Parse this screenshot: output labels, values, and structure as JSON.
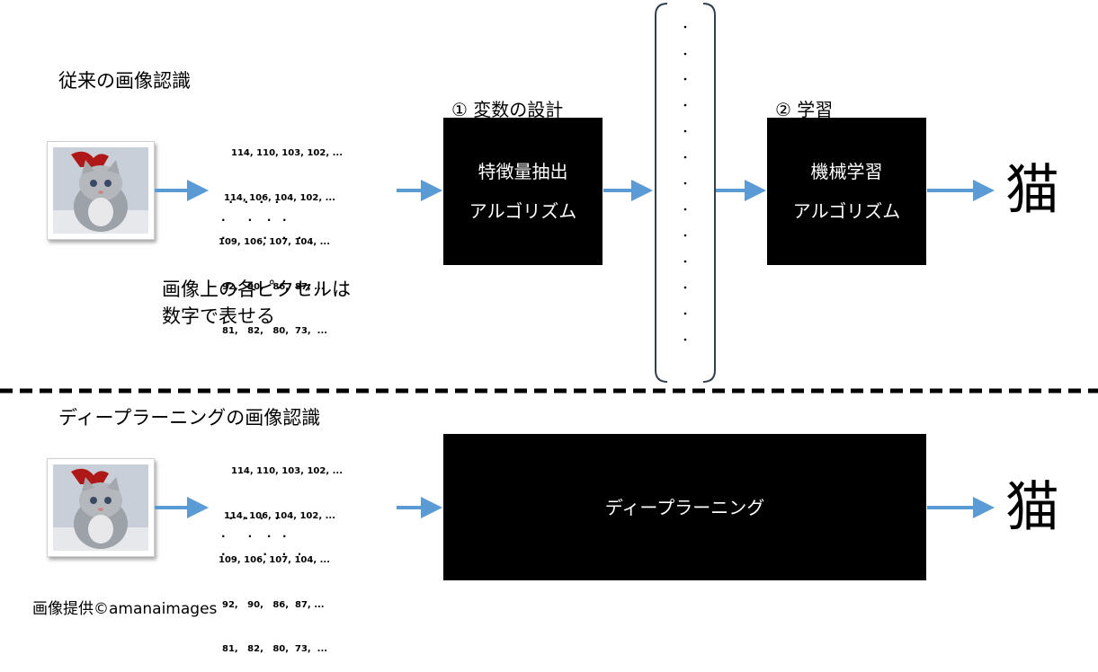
{
  "top": {
    "title": "従来の画像認識",
    "pixel_rows": [
      "114, 110, 103, 102, ...",
      "114, 106, 104, 102, ...",
      "109, 106, 107, 104, ...",
      "92,   90,   86,  87, ...",
      "81,   82,   80,  73,  ..."
    ],
    "caption_lines": [
      "画像上の各ピクセルは",
      "数字で表せる"
    ],
    "step1_label": "①  変数の設計",
    "box1_lines": [
      "特徴量抽出",
      "アルゴリズム"
    ],
    "step2_label": "②  学習",
    "box2_lines": [
      "機械学習",
      "アルゴリズム"
    ],
    "output": "猫"
  },
  "bottom": {
    "title": "ディープラーニングの画像認識",
    "pixel_rows": [
      "114, 110, 103, 102, ...",
      "114, 106, 104, 102, ...",
      "109, 106, 107, 104, ...",
      "92,   90,   86,  87, ...",
      "81,   82,   80,  73,  ..."
    ],
    "box_label": "ディープラーニング",
    "output": "猫"
  },
  "credit": "画像提供©amanaimages",
  "colors": {
    "arrow": "#5b9bd5",
    "box": "#000000",
    "divider": "#000000"
  }
}
